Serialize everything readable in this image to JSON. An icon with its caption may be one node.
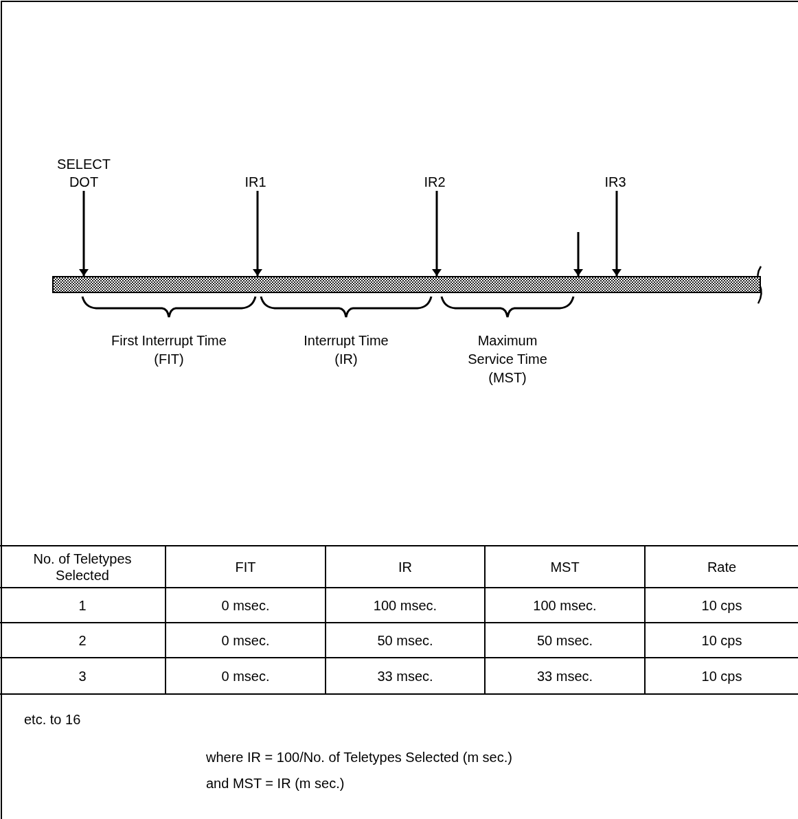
{
  "diagram": {
    "nodes": [
      {
        "text": [
          "SELECT DOT"
        ]
      },
      {
        "text": [
          "IR1"
        ]
      },
      {
        "text": [
          "IR2"
        ]
      },
      {
        "text": [
          "IR3"
        ]
      },
      {
        "text": [],
        "shape": "bar"
      }
    ],
    "edges": [
      {
        "from": 0,
        "to": 4,
        "arrow": "to"
      },
      {
        "from": 1,
        "to": 4,
        "arrow": "to"
      },
      {
        "from": 2,
        "to": 4,
        "arrow": "to"
      },
      {
        "from": null,
        "to": 4,
        "arrow": "to"
      },
      {
        "from": 3,
        "to": 4,
        "arrow": "to"
      }
    ],
    "labels": [
      "First Interrupt Time (FIT)",
      "Interrupt Time (IR)",
      "Maximum Service Time (MST)",
      "No. of Teletypes Selected",
      "FIT",
      "IR",
      "MST",
      "Rate",
      "1",
      "0 msec.",
      "100 msec.",
      "100 msec.",
      "10 cps",
      "2",
      "0 msec.",
      "50 msec.",
      "50 msec.",
      "10 cps",
      "3",
      "0 msec.",
      "33 msec.",
      "33 msec.",
      "10 cps",
      "etc. to 16",
      "where IR = 100/No. of Teletypes Selected (m sec.)",
      "and MST = IR (m sec.)"
    ]
  }
}
